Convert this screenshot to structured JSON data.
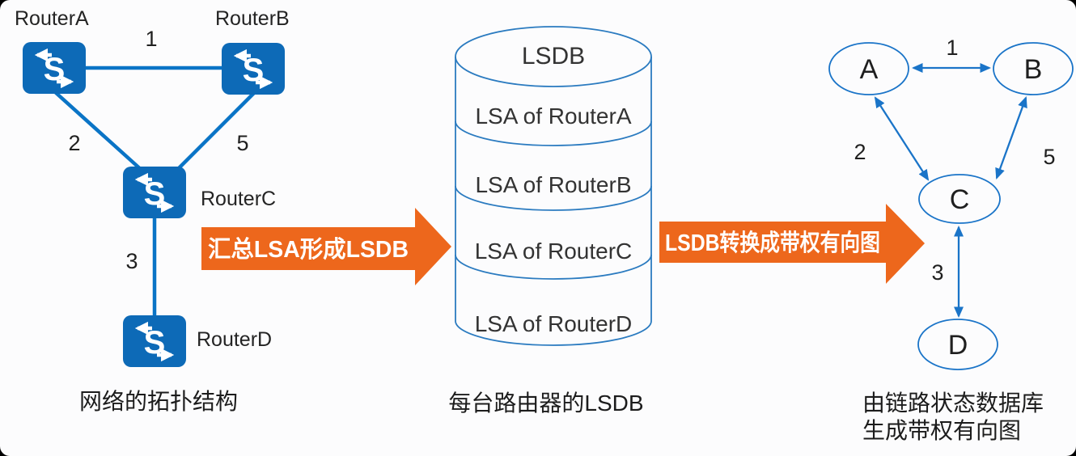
{
  "topology": {
    "caption": "网络的拓扑结构",
    "icon_letter": "S",
    "routers": [
      {
        "label": "RouterA"
      },
      {
        "label": "RouterB"
      },
      {
        "label": "RouterC"
      },
      {
        "label": "RouterD"
      }
    ],
    "links": [
      {
        "from": "RouterA",
        "to": "RouterB",
        "cost": "1"
      },
      {
        "from": "RouterA",
        "to": "RouterC",
        "cost": "2"
      },
      {
        "from": "RouterB",
        "to": "RouterC",
        "cost": "5"
      },
      {
        "from": "RouterC",
        "to": "RouterD",
        "cost": "3"
      }
    ]
  },
  "process_arrows": [
    {
      "label": "汇总LSA形成LSDB"
    },
    {
      "label": "LSDB转换成带权有向图"
    }
  ],
  "lsdb": {
    "title": "LSDB",
    "entries": [
      {
        "label": "LSA of RouterA"
      },
      {
        "label": "LSA of RouterB"
      },
      {
        "label": "LSA of RouterC"
      },
      {
        "label": "LSA of RouterD"
      }
    ],
    "caption": "每台路由器的LSDB"
  },
  "graph": {
    "nodes": [
      {
        "label": "A"
      },
      {
        "label": "B"
      },
      {
        "label": "C"
      },
      {
        "label": "D"
      }
    ],
    "edges": [
      {
        "from": "A",
        "to": "B",
        "weight": "1"
      },
      {
        "from": "A",
        "to": "C",
        "weight": "2"
      },
      {
        "from": "B",
        "to": "C",
        "weight": "5"
      },
      {
        "from": "C",
        "to": "D",
        "weight": "3"
      }
    ],
    "caption_lines": [
      "由链路状态数据库",
      "生成带权有向图"
    ]
  },
  "colors": {
    "router_blue": "#0d6ab7",
    "link_blue": "#0a74c6",
    "graph_blue": "#1a74c8",
    "cylinder_blue": "#2b7bc0",
    "arrow_orange": "#ed671c",
    "text_dark": "#1f1f1f"
  }
}
